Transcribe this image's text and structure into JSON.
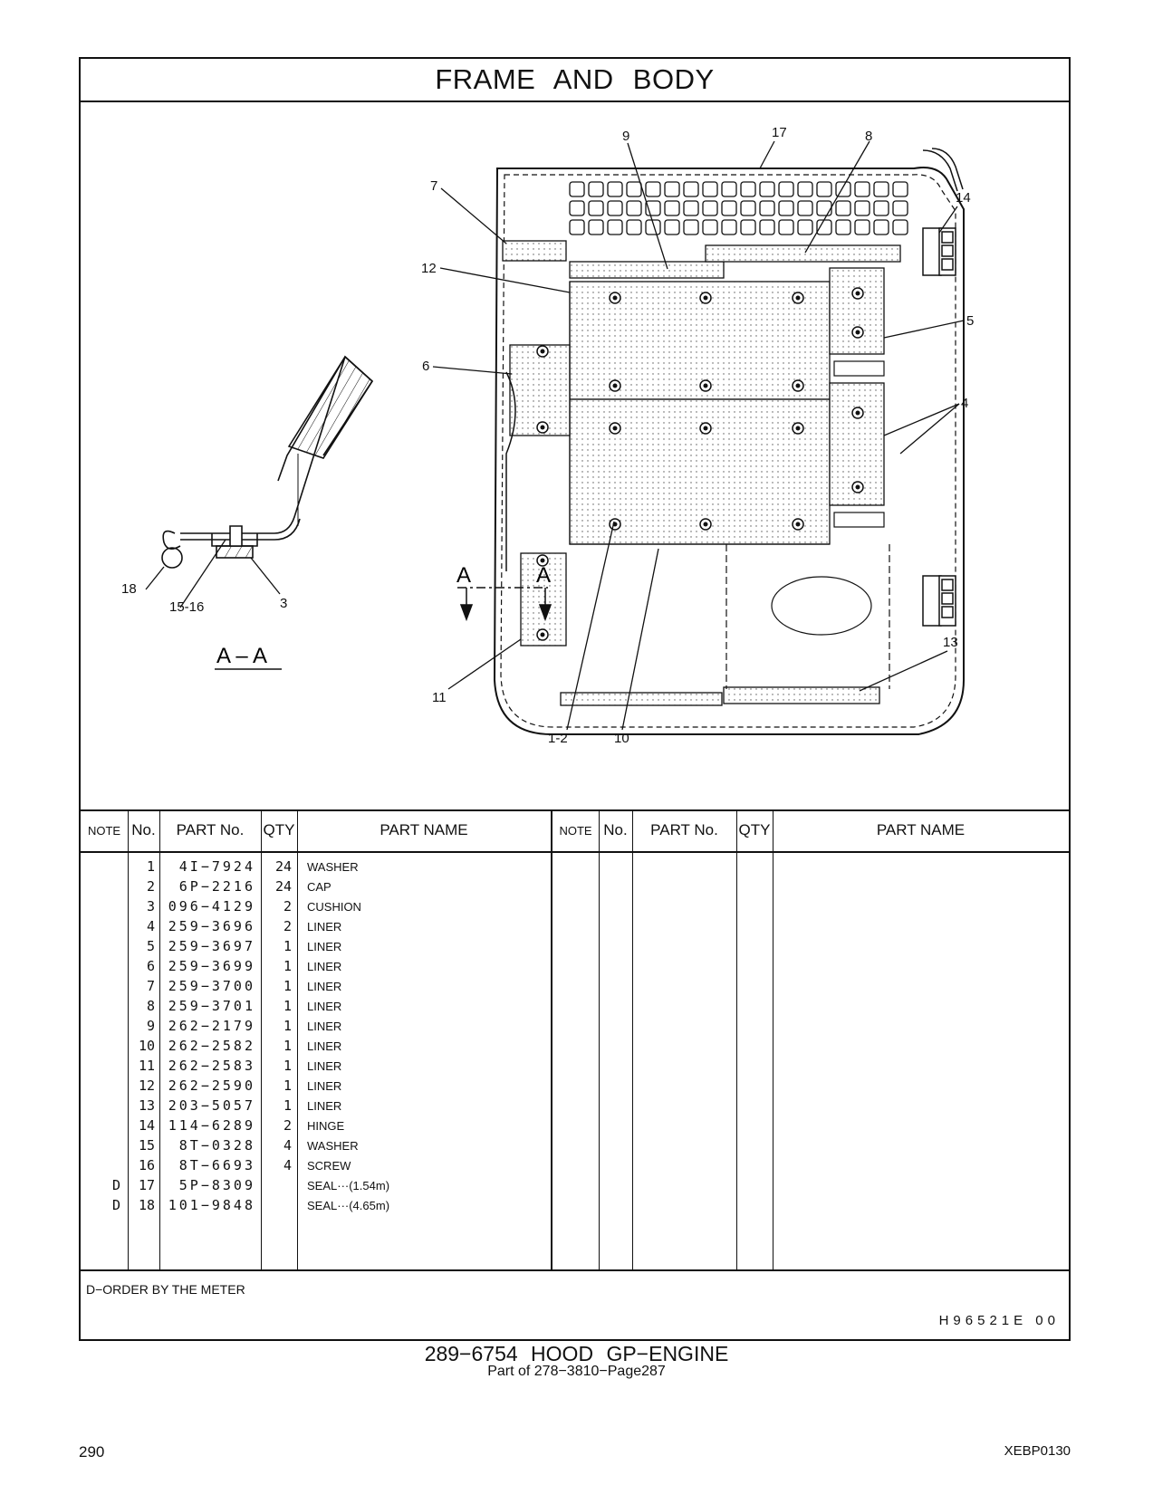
{
  "header": {
    "title": "FRAME AND BODY"
  },
  "drawing": {
    "callouts": [
      "9",
      "17",
      "8",
      "7",
      "14",
      "12",
      "5",
      "6",
      "4",
      "18",
      "15-16",
      "3",
      "11",
      "1-2",
      "10",
      "13"
    ],
    "section_marks": [
      "A",
      "A"
    ],
    "section_title": "A – A"
  },
  "table": {
    "headers": {
      "note": "NOTE",
      "no": "No.",
      "part_no": "PART No.",
      "qty": "QTY",
      "part_name": "PART NAME"
    },
    "rows": [
      {
        "note": "",
        "no": "1",
        "part_no": "4I−7924",
        "qty": "24",
        "name": "WASHER"
      },
      {
        "note": "",
        "no": "2",
        "part_no": "6P−2216",
        "qty": "24",
        "name": "CAP"
      },
      {
        "note": "",
        "no": "3",
        "part_no": "096−4129",
        "qty": "2",
        "name": "CUSHION"
      },
      {
        "note": "",
        "no": "4",
        "part_no": "259−3696",
        "qty": "2",
        "name": "LINER"
      },
      {
        "note": "",
        "no": "5",
        "part_no": "259−3697",
        "qty": "1",
        "name": "LINER"
      },
      {
        "note": "",
        "no": "6",
        "part_no": "259−3699",
        "qty": "1",
        "name": "LINER"
      },
      {
        "note": "",
        "no": "7",
        "part_no": "259−3700",
        "qty": "1",
        "name": "LINER"
      },
      {
        "note": "",
        "no": "8",
        "part_no": "259−3701",
        "qty": "1",
        "name": "LINER"
      },
      {
        "note": "",
        "no": "9",
        "part_no": "262−2179",
        "qty": "1",
        "name": "LINER"
      },
      {
        "note": "",
        "no": "10",
        "part_no": "262−2582",
        "qty": "1",
        "name": "LINER"
      },
      {
        "note": "",
        "no": "11",
        "part_no": "262−2583",
        "qty": "1",
        "name": "LINER"
      },
      {
        "note": "",
        "no": "12",
        "part_no": "262−2590",
        "qty": "1",
        "name": "LINER"
      },
      {
        "note": "",
        "no": "13",
        "part_no": "203−5057",
        "qty": "1",
        "name": "LINER"
      },
      {
        "note": "",
        "no": "14",
        "part_no": "114−6289",
        "qty": "2",
        "name": "HINGE"
      },
      {
        "note": "",
        "no": "15",
        "part_no": "8T−0328",
        "qty": "4",
        "name": "WASHER"
      },
      {
        "note": "",
        "no": "16",
        "part_no": "8T−6693",
        "qty": "4",
        "name": "SCREW"
      },
      {
        "note": "D",
        "no": "17",
        "part_no": "5P−8309",
        "qty": "",
        "name": "SEAL···(1.54m)"
      },
      {
        "note": "D",
        "no": "18",
        "part_no": "101−9848",
        "qty": "",
        "name": "SEAL···(4.65m)"
      }
    ]
  },
  "footer": {
    "note": "D−ORDER BY THE METER",
    "code": "H96521E   00",
    "assembly_title": "289−6754  HOOD GP−ENGINE",
    "assembly_sub": "Part of 278−3810−Page287",
    "page_number": "290",
    "doc_code": "XEBP0130"
  }
}
